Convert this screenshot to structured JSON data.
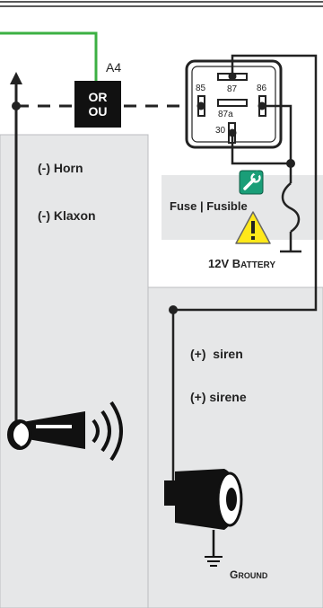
{
  "module": {
    "label": "A4",
    "line1": "OR",
    "line2": "OU"
  },
  "relay": {
    "pin85": "85",
    "pin86": "86",
    "pin87": "87",
    "pin87a": "87a",
    "pin30": "30"
  },
  "horn": {
    "label_en": "(-) Horn",
    "label_fr": "(-) Klaxon"
  },
  "fuse": {
    "label": "Fuse | Fusible"
  },
  "battery": {
    "prefix": "12V B",
    "suffix": "ATTERY"
  },
  "siren": {
    "label_en": "(+)  siren",
    "label_fr": "(+) sirene"
  },
  "ground": {
    "initial": "G",
    "rest": "ROUND"
  },
  "colors": {
    "wire": "#222222",
    "module_wire": "#3cb043",
    "panel": "#e6e7e8",
    "panel_border": "#bcbec0",
    "wrench_icon_bg": "#1a9e78",
    "warning_fill": "#ffe81a"
  }
}
